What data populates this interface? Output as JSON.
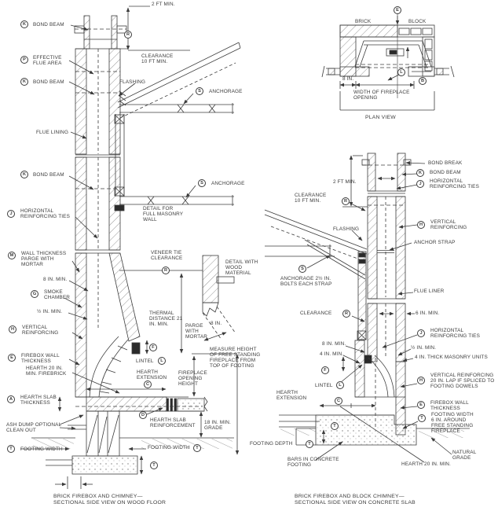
{
  "callouts": {
    "A": "A",
    "B": "B",
    "C": "C",
    "D": "D",
    "E": "E",
    "F": "F",
    "G": "G",
    "H": "H",
    "J": "J",
    "K": "K",
    "L": "L",
    "M": "M",
    "P": "P",
    "R": "R",
    "S": "S",
    "T": "T"
  },
  "left_view": {
    "caption": "BRICK FIREBOX AND CHIMNEY—\nSECTIONAL SIDE VIEW ON WOOD FLOOR",
    "labels": {
      "two_ft_min": "2 FT MIN.",
      "bond_beam": "BOND BEAM",
      "clearance_10ft": "CLEARANCE\n10 FT MIN.",
      "effective_flue_area": "EFFECTIVE\nFLUE AREA",
      "flashing": "FLASHING",
      "anchorage": "ANCHORAGE",
      "flue_lining": "FLUE LINING",
      "horizontal_ties": "HORIZONTAL\nREINFORCING TIES",
      "detail_full_masonry": "DETAIL FOR\nFULL MASONRY\nWALL",
      "wall_thickness": "WALL THICKNESS\nPARGE WITH\nMORTAR",
      "veneer_tie": "VENEER TIE\nCLEARANCE",
      "detail_wood": "DETAIL WITH\nWOOD\nMATERIAL",
      "eight_in_min": "8 IN. MIN.",
      "smoke_chamber": "SMOKE\nCHAMBER",
      "half_in_min": "½ IN. MIN.",
      "vertical_reinforcing": "VERTICAL\nREINFORCING",
      "thermal_distance": "THERMAL\nDISTANCE 21\nIN. MIN.",
      "parge_with_mortar": "PARGE\nWITH\nMORTAR",
      "eight_in": "8 IN.",
      "firebox_wall": "FIREBOX WALL\nTHICKNESS",
      "measure_height": "MEASURE HEIGHT\nOF FREE STANDING\nFIREPLACE FROM\nTOP OF FOOTING",
      "lintel": "LINTEL",
      "hearth_20": "HEARTH 20 IN.\nMIN. FIREBRICK",
      "hearth_extension": "HEARTH\nEXTENSION",
      "fireplace_opening_height": "FIREPLACE\nOPENING\nHEIGHT",
      "hearth_slab_thickness": "HEARTH SLAB\nTHICKNESS",
      "hearth_slab_reinforcement": "HEARTH SLAB\nREINFORCEMENT",
      "ash_dump": "ASH DUMP OPTIONAL\nCLEAN OUT",
      "grade_18": "18 IN. MIN.\nGRADE",
      "footing_width": "FOOTING WIDTH"
    }
  },
  "plan_view": {
    "caption": "PLAN VIEW",
    "labels": {
      "brick": "BRICK",
      "block": "BLOCK",
      "eight_in": "8 IN.",
      "width_of_opening": "WIDTH OF FIREPLACE\nOPENING"
    }
  },
  "right_view": {
    "caption": "BRICK FIREBOX AND BLOCK CHIMNEY—\nSECTIONAL SIDE VIEW ON CONCRETE SLAB",
    "labels": {
      "bond_break": "BOND BREAK",
      "bond_beam": "BOND BEAM",
      "horizontal_ties": "HORIZONTAL\nREINFORCING TIES",
      "two_ft_min": "2 FT MIN.",
      "clearance_10ft": "CLEARANCE\n10 FT MIN.",
      "flashing": "FLASHING",
      "vertical_reinforcing": "VERTICAL\nREINFORCING",
      "anchor_strap": "ANCHOR STRAP",
      "anchorage_bolts": "ANCHORAGE 2½ IN.\nBOLTS EACH STRAP",
      "flue_liner": "FLUE LINER",
      "clearance": "CLEARANCE",
      "six_in_min": "6 IN. MIN.",
      "eight_in_min": "8 IN. MIN.",
      "half_in_min": "½ IN. MIN.",
      "four_in_min": "4 IN. MIN.",
      "four_in_thick": "4 IN. THICK MASONRY UNITS",
      "vertical_reinforcing_lap": "VERTICAL REINFORCING\n20 IN. LAP IF SPLICED TO\nFOOTING DOWELS",
      "lintel": "LINTEL",
      "hearth_extension": "HEARTH\nEXTENSION",
      "firebox_wall": "FIREBOX WALL\nTHICKNESS",
      "footing_width_free": "FOOTING WIDTH\n6 IN. AROUND\nFREE STANDING\nFIREPLACE",
      "footing_depth": "FOOTING DEPTH",
      "bars_in_footing": "BARS IN CONCRETE\nFOOTING",
      "hearth_20": "HEARTH 20 IN. MIN.",
      "natural_grade": "NATURAL\nGRADE"
    }
  }
}
